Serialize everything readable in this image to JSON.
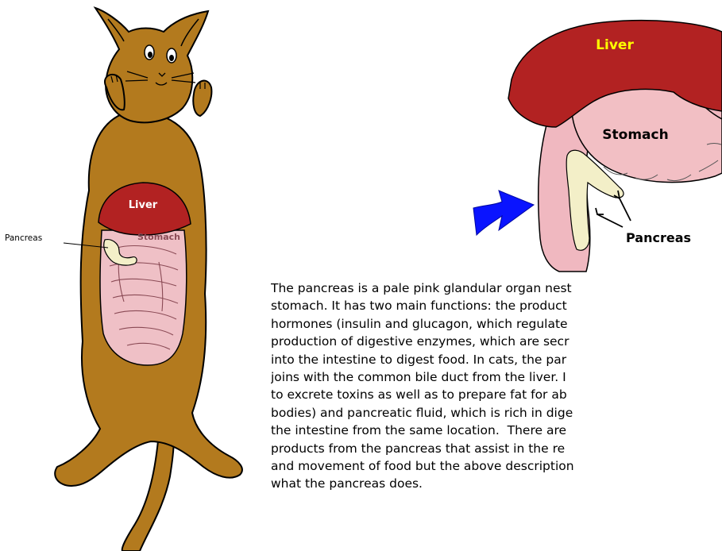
{
  "cat_figure": {
    "labels": {
      "liver": "Liver",
      "stomach": "Stomach",
      "pancreas": "Pancreas"
    }
  },
  "organ_figure": {
    "labels": {
      "liver": "Liver",
      "stomach": "Stomach",
      "pancreas": "Pancreas"
    },
    "colors": {
      "liver": "#b22222",
      "stomach": "#f2bfc4",
      "pancreas": "#f3efc8",
      "arrow": "#0a14ff"
    }
  },
  "description": {
    "lines": [
      "The pancreas is a pale pink glandular organ nest",
      "stomach. It has two main functions: the product",
      "hormones (insulin and glucagon, which regulate",
      "production of digestive enzymes, which are secr",
      "into the intestine to digest food. In cats, the par",
      "joins with the common bile duct from the liver. I",
      "to excrete toxins as well as to prepare fat for ab",
      "bodies) and pancreatic fluid, which is rich in dige",
      "the intestine from the same location.  There are",
      "products from the pancreas that assist in the re",
      "and movement of food but the above description",
      "what the pancreas does."
    ]
  },
  "colors": {
    "cat_fur": "#b37a1e",
    "cat_liver": "#b22222",
    "cat_stomach": "#efc0c6",
    "cat_pancreas": "#f3efc8"
  }
}
